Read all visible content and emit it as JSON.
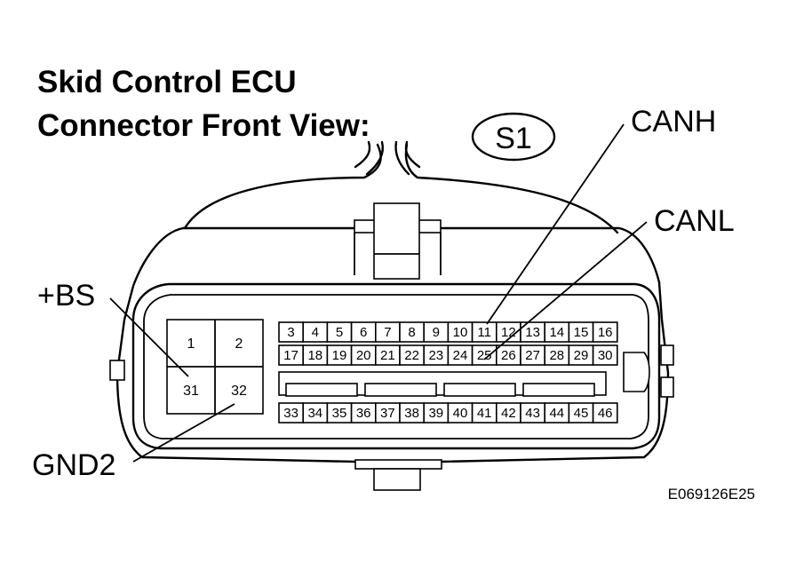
{
  "title": {
    "line1": "Skid Control ECU",
    "line2": "Connector Front View:"
  },
  "connector_id": "S1",
  "labels": {
    "bs": "+BS",
    "gnd2": "GND2",
    "canh": "CANH",
    "canl": "CANL"
  },
  "pins_left_top": [
    "1",
    "2"
  ],
  "pins_left_bottom": [
    "31",
    "32"
  ],
  "pins_row1": [
    "3",
    "4",
    "5",
    "6",
    "7",
    "8",
    "9",
    "10",
    "11",
    "12",
    "13",
    "14",
    "15",
    "16"
  ],
  "pins_row2": [
    "17",
    "18",
    "19",
    "20",
    "21",
    "22",
    "23",
    "24",
    "25",
    "26",
    "27",
    "28",
    "29",
    "30"
  ],
  "pins_row3": [
    "33",
    "34",
    "35",
    "36",
    "37",
    "38",
    "39",
    "40",
    "41",
    "42",
    "43",
    "44",
    "45",
    "46"
  ],
  "figure_code": "E069126E25"
}
